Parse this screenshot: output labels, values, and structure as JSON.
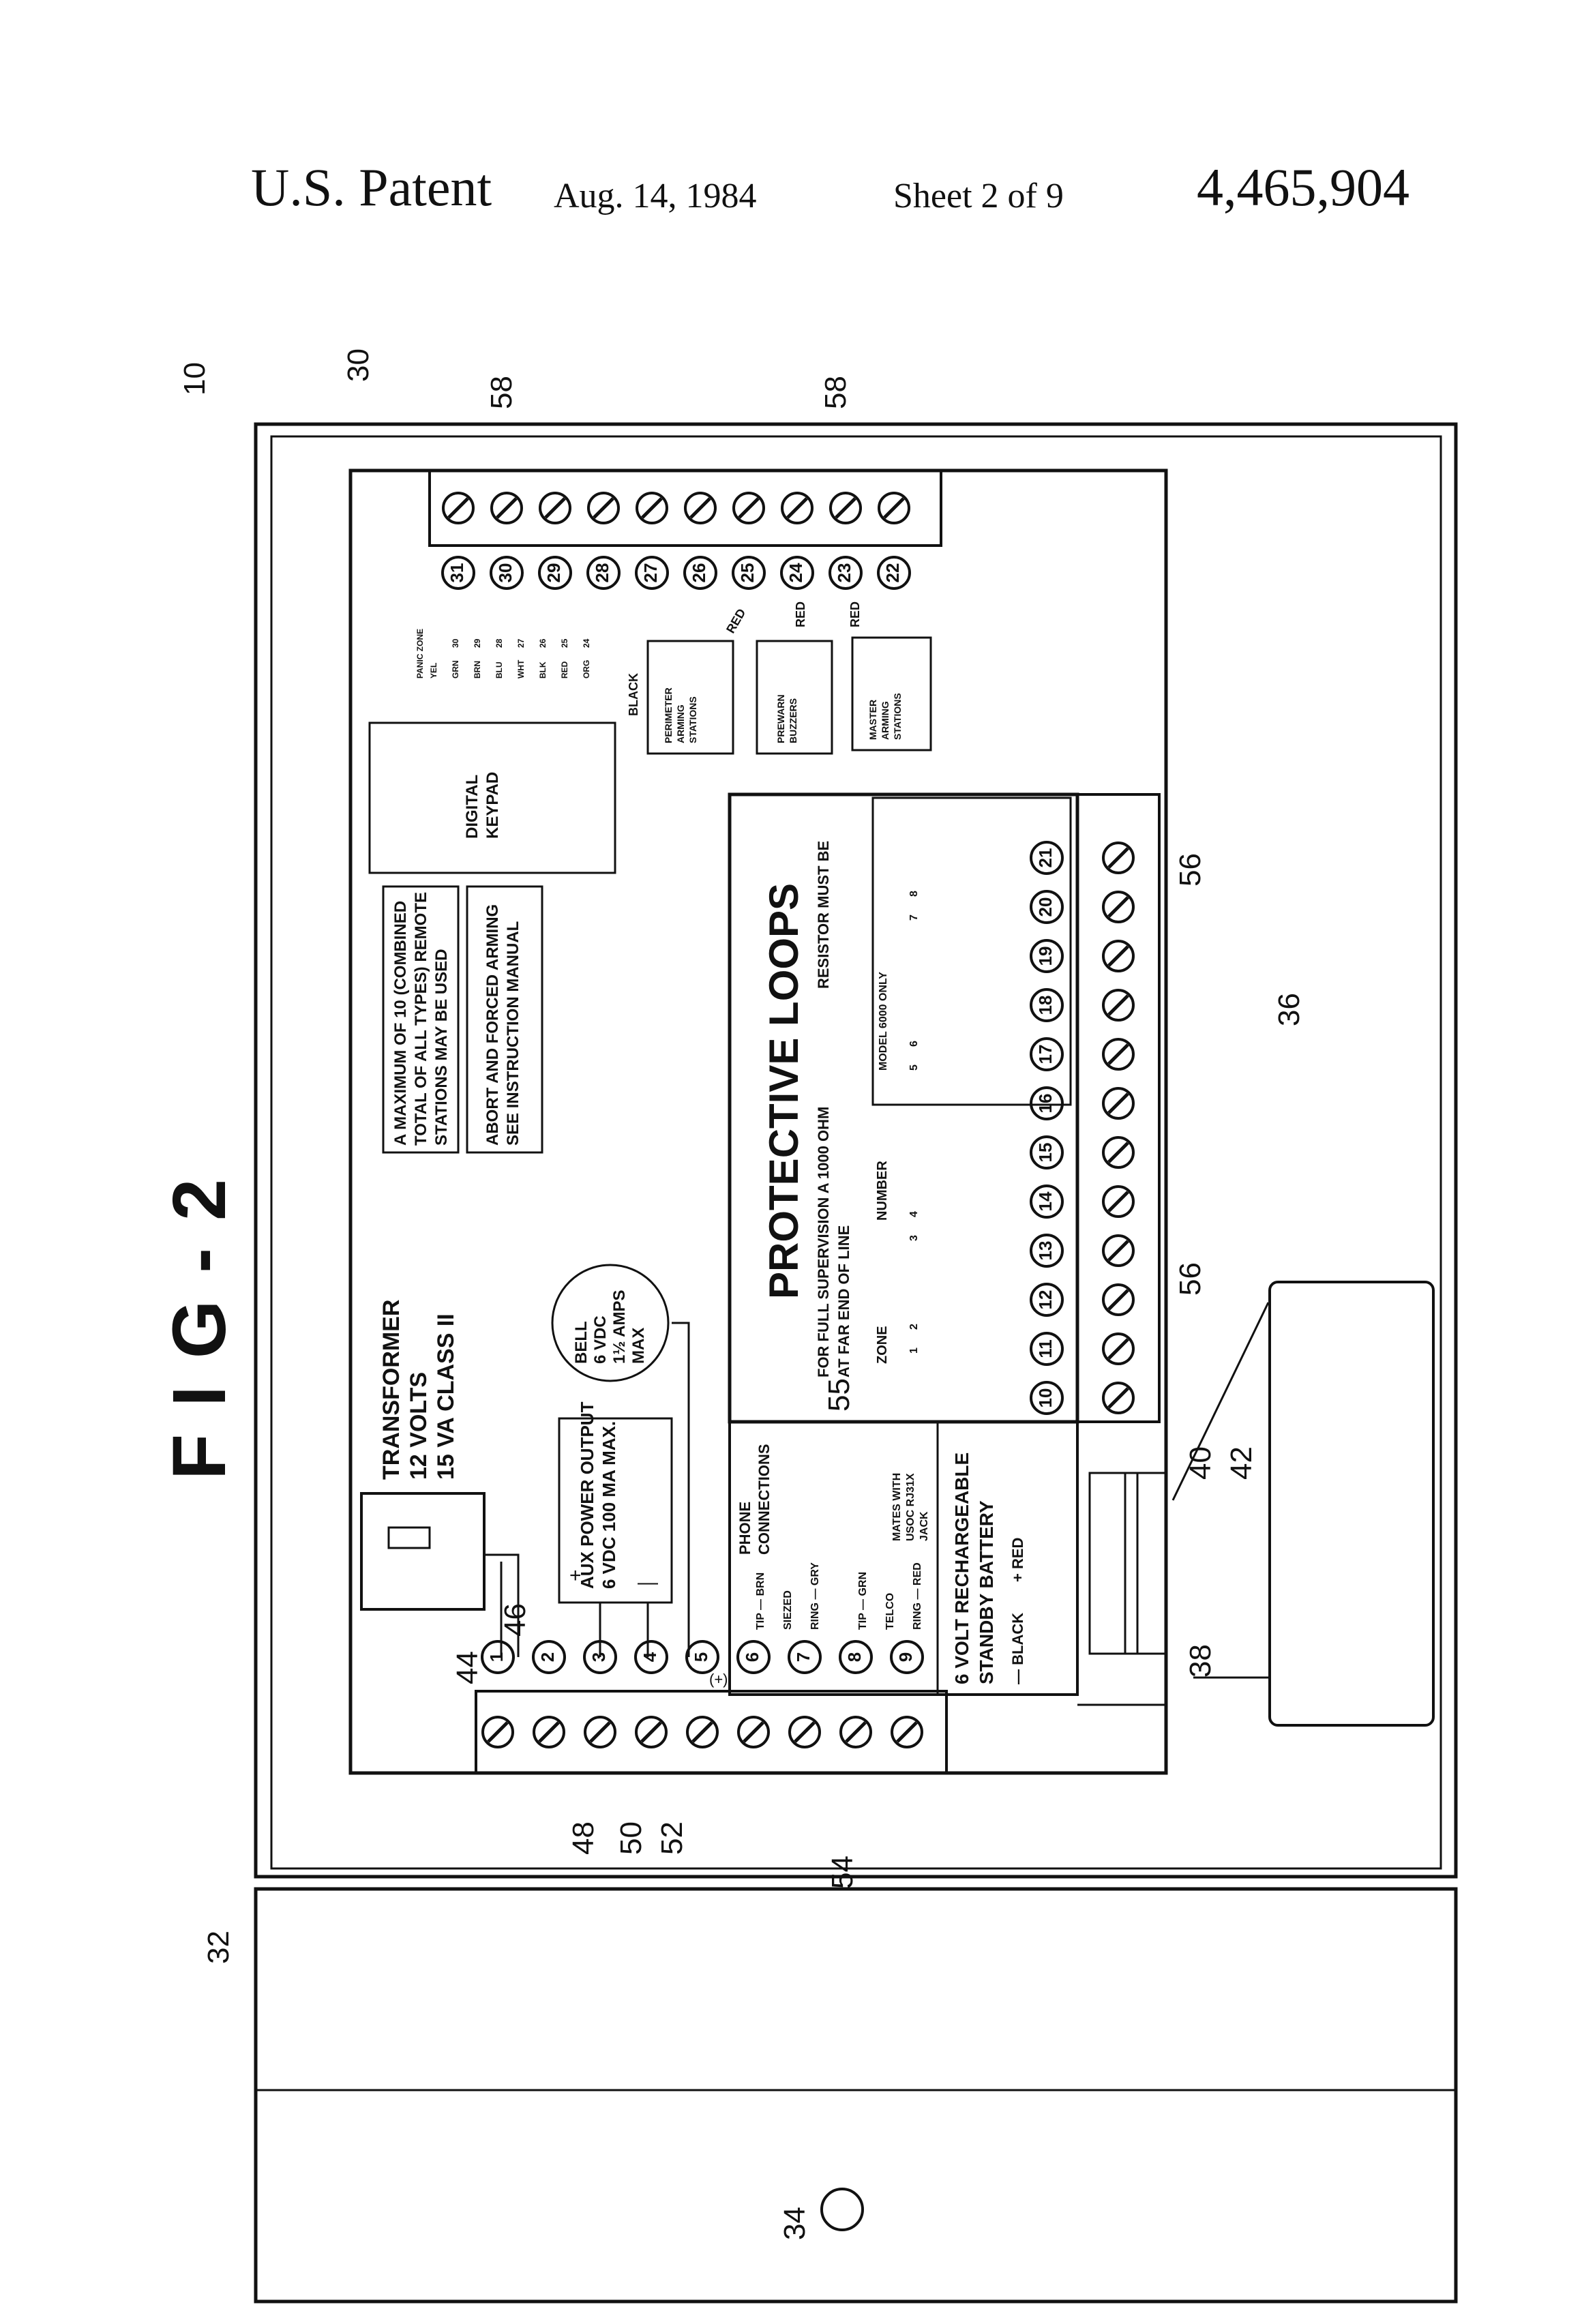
{
  "header": {
    "patent_label": "U.S. Patent",
    "date": "Aug. 14, 1984",
    "sheet": "Sheet 2 of 9",
    "patent_number": "4,465,904"
  },
  "figure_title": "FIG-2",
  "refs": {
    "r10": "10",
    "r30": "30",
    "r58a": "58",
    "r58b": "58",
    "r56a": "56",
    "r56b": "56",
    "r36": "36",
    "r55": "55",
    "r40": "40",
    "r42": "42",
    "r38": "38",
    "r44": "44",
    "r46": "46",
    "r48": "48",
    "r50": "50",
    "r52": "52",
    "r54": "54",
    "r32": "32",
    "r34": "34"
  },
  "labels": {
    "transformer": [
      "TRANSFORMER",
      "12 VOLTS",
      "15 VA CLASS II"
    ],
    "aux_power": [
      "AUX POWER OUTPUT",
      "6 VDC 100 MA MAX."
    ],
    "bell": [
      "BELL",
      "6 VDC",
      "1½ AMPS",
      "MAX"
    ],
    "max_note": [
      "A MAXIMUM OF 10 (COMBINED",
      "TOTAL OF ALL TYPES) REMOTE",
      "STATIONS MAY BE USED"
    ],
    "abort_note": [
      "ABORT AND FORCED ARMING",
      "SEE INSTRUCTION MANUAL"
    ],
    "digital_keypad": [
      "DIGITAL",
      "KEYPAD"
    ],
    "protective_loops": "PROTECTIVE LOOPS",
    "supervision": [
      "FOR FULL SUPERVISION A 1000 OHM",
      "AT FAR END OF LINE"
    ],
    "resistor": "RESISTOR MUST BE",
    "zone": "ZONE",
    "number": "NUMBER",
    "model_only": "MODEL 6000 ONLY",
    "phone": [
      "PHONE",
      "CONNECTIONS"
    ],
    "mates": [
      "MATES WITH",
      "USOC RJ31X",
      "JACK"
    ],
    "battery": [
      "6 VOLT RECHARGEABLE",
      "STANDBY BATTERY"
    ],
    "black_minus": "— BLACK",
    "red_plus": "+ RED",
    "perimeter": [
      "PERIMETER",
      "ARMING",
      "STATIONS"
    ],
    "prewarn": [
      "PREWARN",
      "BUZZERS"
    ],
    "master": [
      "MASTER",
      "ARMING",
      "STATIONS"
    ],
    "black": "BLACK",
    "red": "RED",
    "plus_sym": "+",
    "minus_sym": "—",
    "plus_paren": "(+)",
    "phone_wires": [
      "TIP — BRN",
      "SIEZED",
      "RING — GRY",
      "TIP — GRN",
      "TELCO",
      "RING — RED"
    ],
    "keypad_wires": [
      "PANIC ZONE",
      "YEL",
      "GRN",
      "BRN",
      "BLU",
      "WHT",
      "BLK",
      "RED",
      "ORG"
    ],
    "keypad_wire_nums": [
      "30",
      "29",
      "28",
      "27",
      "26",
      "25",
      "24"
    ]
  },
  "terminals_left": [
    "1",
    "2",
    "3",
    "4",
    "5",
    "6",
    "7",
    "8",
    "9"
  ],
  "terminals_bottom": [
    "10",
    "11",
    "12",
    "13",
    "14",
    "15",
    "16",
    "17",
    "18",
    "19",
    "20",
    "21"
  ],
  "terminals_top": [
    "31",
    "30",
    "29",
    "28",
    "27",
    "26",
    "25",
    "24",
    "23",
    "22"
  ],
  "zone_numbers": [
    "1",
    "2",
    "3",
    "4",
    "5",
    "6",
    "7",
    "8"
  ]
}
